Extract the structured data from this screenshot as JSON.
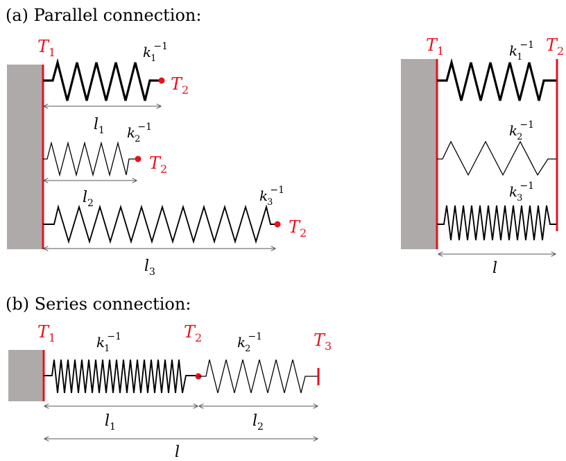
{
  "colors": {
    "accent_red": "#e8101c",
    "wall_gray": "#aeaaaa",
    "ink": "#000000"
  },
  "captions": {
    "parallel": "(a) Parallel connection:",
    "series": "(b) Series connection:"
  },
  "symbols": {
    "T": "T",
    "k": "k",
    "l": "l",
    "sup": "−1",
    "sub1": "1",
    "sub2": "2",
    "sub3": "3"
  }
}
